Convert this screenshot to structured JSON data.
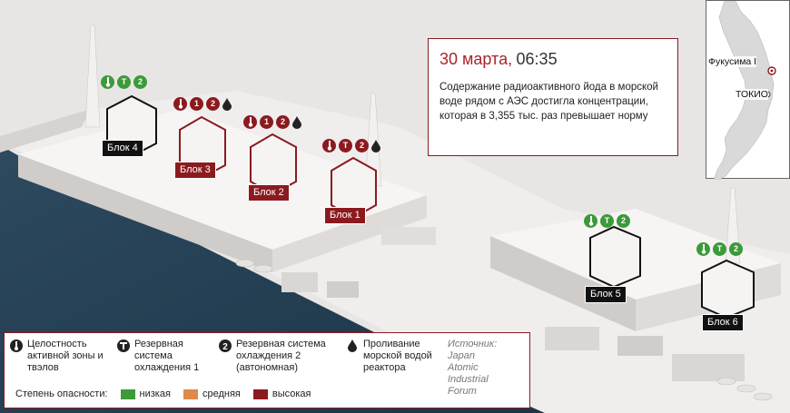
{
  "info": {
    "date": "30 марта,",
    "time": "06:35",
    "text": "Содержание радиоактивного йода в морской воде рядом с АЭС достигла концентрации, которая в 3,355 тыс. раз превышает норму"
  },
  "map": {
    "plant": "Фукусима I",
    "city": "ТОКИО"
  },
  "units": [
    {
      "label": "Блок 4",
      "style": "black"
    },
    {
      "label": "Блок 3",
      "style": "red"
    },
    {
      "label": "Блок 2",
      "style": "red"
    },
    {
      "label": "Блок 1",
      "style": "red"
    },
    {
      "label": "Блок 5",
      "style": "black"
    },
    {
      "label": "Блок 6",
      "style": "black"
    }
  ],
  "icon_glyphs": {
    "t": "T",
    "one": "1",
    "two": "2"
  },
  "legend": {
    "core": "Целостность активной зоны и твэлов",
    "backup1": "Резервная система охлаждения 1",
    "backup2": "Резервная система охлаждения 2 (автономная)",
    "spill": "Проливание морской водой реактора",
    "source_title": "Источник:",
    "source": "Japan Atomic Industrial Forum",
    "severity_label": "Степень опасности:",
    "low": "низкая",
    "medium": "средняя",
    "high": "высокая",
    "colors": {
      "low": "#3c9a3a",
      "medium": "#e08a4a",
      "high": "#8b1a1f"
    }
  }
}
